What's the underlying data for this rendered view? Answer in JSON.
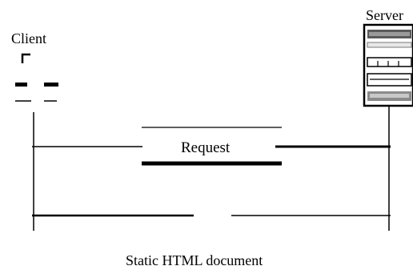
{
  "diagram": {
    "client_label": "Client",
    "server_label": "Server",
    "request_label": "Request",
    "caption": "Static HTML document"
  },
  "icons": {
    "client": "client-computer-icon",
    "server": "server-rack-icon"
  },
  "colors": {
    "ink": "#000000",
    "server_panel_dark": "#5a5a5a",
    "server_panel_mid": "#9a9a9a",
    "server_panel_light": "#e8e8e8"
  }
}
